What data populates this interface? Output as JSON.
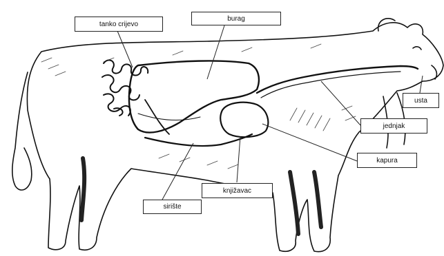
{
  "diagram": {
    "labels": {
      "tanko_crijevo": "tanko crijevo",
      "burag": "burag",
      "usta": "usta",
      "jednjak": "jednjak",
      "kapura": "kapura",
      "knjizavac": "knjižavac",
      "siriste": "sirište"
    }
  }
}
